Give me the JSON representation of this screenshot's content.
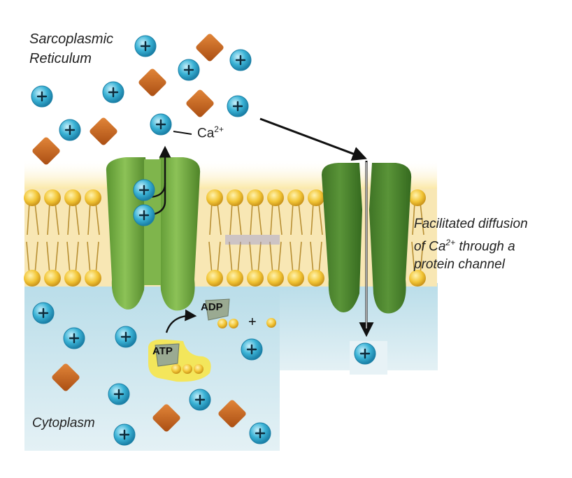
{
  "labels": {
    "sarcoplasmic_line1": "Sarcoplasmic",
    "sarcoplasmic_line2": "Reticulum",
    "calcium_base": "Ca",
    "calcium_charge": "2+",
    "diffusion_line1": "Facilitated diffusion",
    "diffusion_line2_pre": "of Ca",
    "diffusion_line2_sup": "2+",
    "diffusion_line2_post": " through a",
    "diffusion_line3": "protein channel",
    "cytoplasm": "Cytoplasm",
    "adp": "ADP",
    "atp": "ATP",
    "plus_sign": "+",
    "ion_symbol": "+"
  },
  "colors": {
    "calcium_ion": "#3bb3d6",
    "other_molecule": "#c8621a",
    "channel_protein": "#6fa83e",
    "membrane_head": "#f2c535",
    "cytoplasm": "#cfe6ee",
    "atp_highlight": "#f7e64a"
  }
}
